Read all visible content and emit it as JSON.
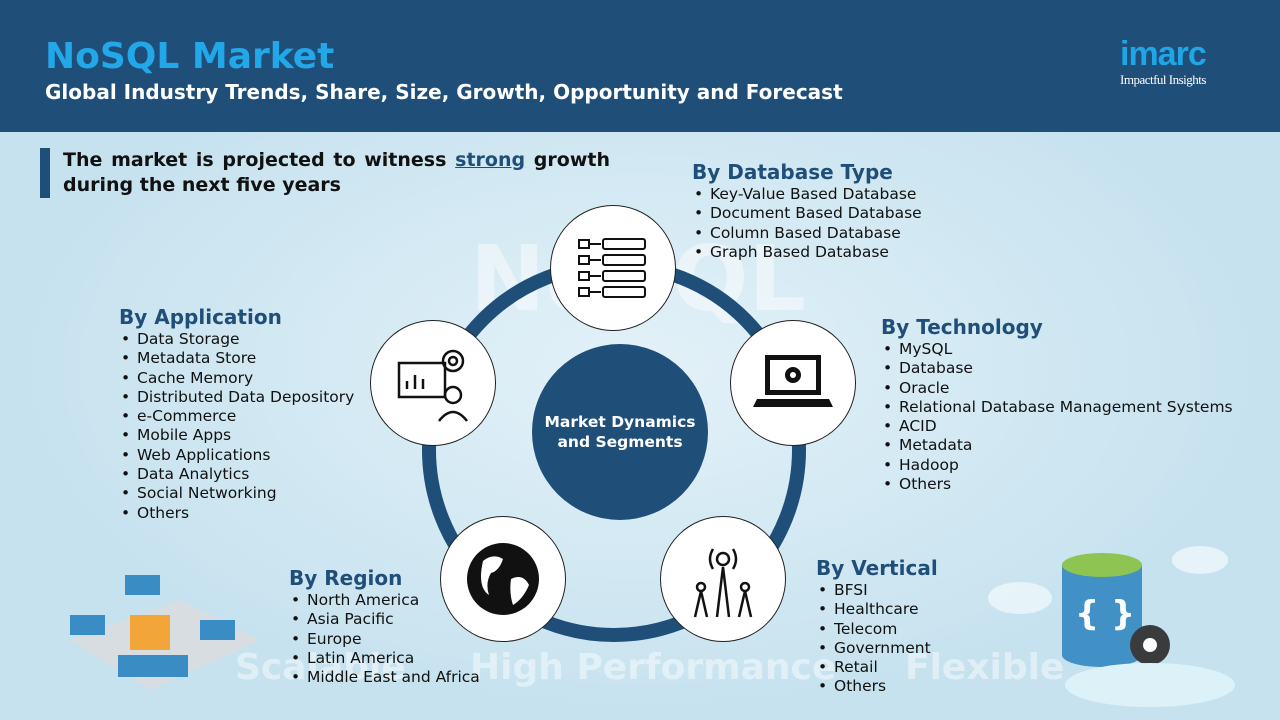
{
  "header": {
    "title": "NoSQL Market",
    "subtitle": "Global Industry Trends, Share, Size, Growth, Opportunity and Forecast",
    "logo_word": "imarc",
    "logo_tagline": "Impactful Insights"
  },
  "intro": {
    "text_before": "The market is projected to witness ",
    "highlight": "strong",
    "text_after": " growth during the next five years"
  },
  "watermarks": [
    "NoSQL",
    "Scalable",
    "High Performance",
    "Flexible"
  ],
  "center_label": "Market Dynamics and Segments",
  "segments": {
    "database_type": {
      "title": "By Database Type",
      "items": [
        "Key-Value Based Database",
        "Document Based Database",
        "Column Based Database",
        "Graph Based Database"
      ]
    },
    "technology": {
      "title": "By Technology",
      "items": [
        "MySQL",
        "Database",
        "Oracle",
        "Relational Database Management Systems",
        "ACID",
        "Metadata",
        "Hadoop",
        "Others"
      ]
    },
    "application": {
      "title": "By Application",
      "items": [
        "Data Storage",
        "Metadata Store",
        "Cache Memory",
        "Distributed Data Depository",
        "e-Commerce",
        "Mobile Apps",
        "Web Applications",
        "Data Analytics",
        "Social Networking",
        "Others"
      ]
    },
    "region": {
      "title": "By Region",
      "items": [
        "North America",
        "Asia Pacific",
        "Europe",
        "Latin America",
        "Middle East and Africa"
      ]
    },
    "vertical": {
      "title": "By Vertical",
      "items": [
        "BFSI",
        "Healthcare",
        "Telecom",
        "Government",
        "Retail",
        "Others"
      ]
    }
  },
  "colors": {
    "primary": "#1f4e79",
    "accent": "#22a7e8"
  }
}
